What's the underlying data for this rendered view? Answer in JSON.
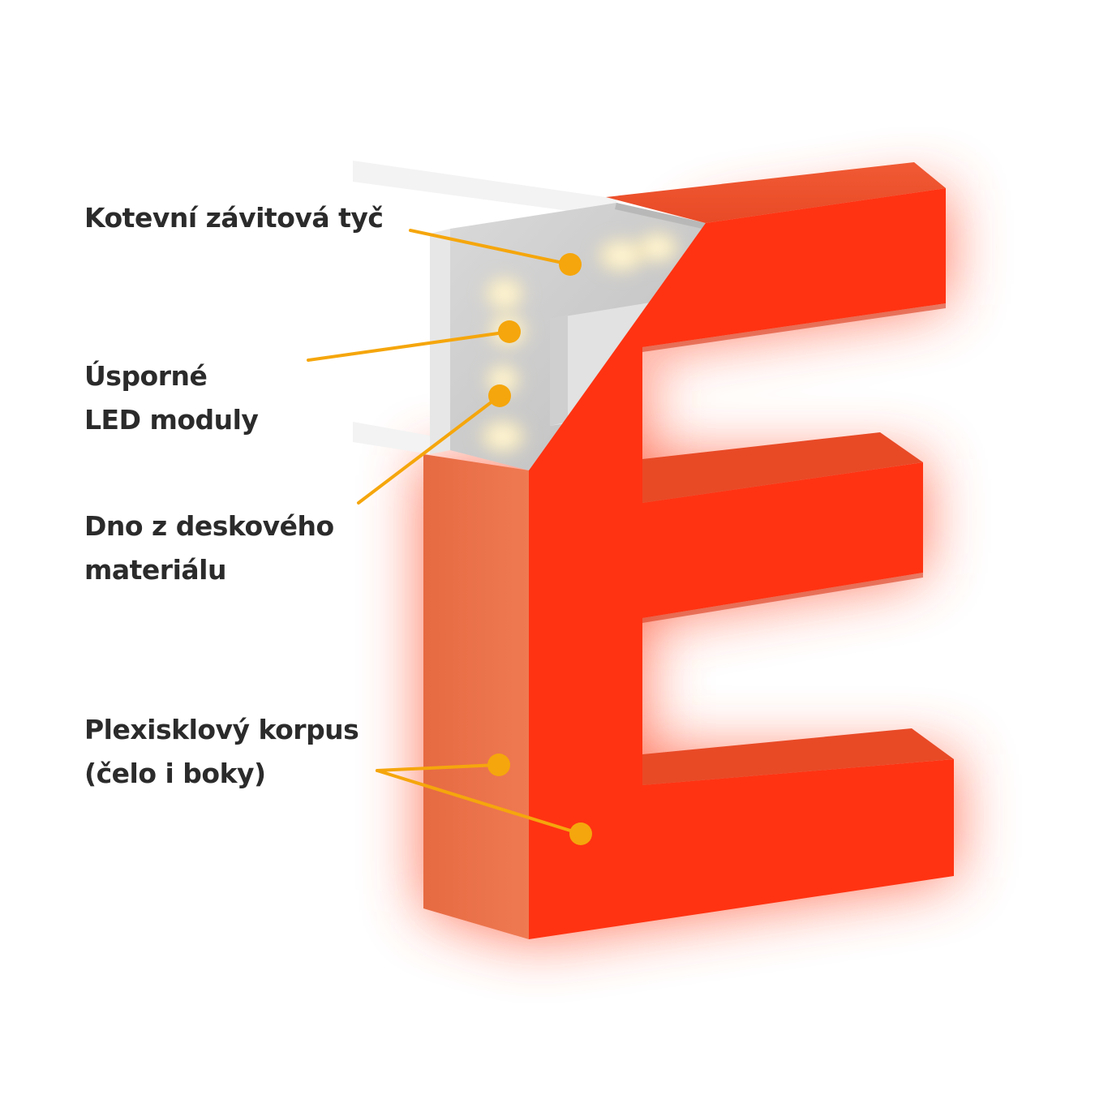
{
  "annotations": [
    {
      "id": "anchor-rod",
      "lines": [
        "Kotevní závitová tyč"
      ]
    },
    {
      "id": "led-modules",
      "lines": [
        "Úsporné",
        "LED moduly"
      ]
    },
    {
      "id": "base-board",
      "lines": [
        "Dno z deskového",
        "materiálu"
      ]
    },
    {
      "id": "plexi-body",
      "lines": [
        "Plexisklový korpus",
        "(čelo i boky)"
      ]
    }
  ],
  "colors": {
    "letter_face": "#ff3312",
    "letter_side": "#e8704a",
    "letter_glow": "#ff5533",
    "interior": "#cfcfcf",
    "leader": "#f5a60c",
    "text": "#2b2b2b"
  }
}
